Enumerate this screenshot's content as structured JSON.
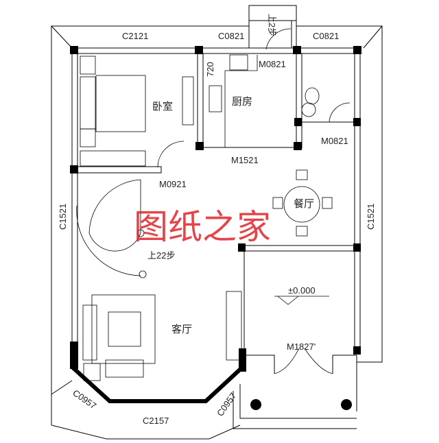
{
  "plan": {
    "rooms": {
      "bedroom": "卧室",
      "kitchen": "厨房",
      "dining": "餐厅",
      "living": "客厅"
    },
    "windows": {
      "top_left": "C2121",
      "top_mid": "C0821",
      "top_right": "C0821",
      "left": "C1521",
      "right": "C1521",
      "bay_left": "C0957",
      "bay_bottom": "C2157",
      "bay_right": "C0957"
    },
    "doors": {
      "kitchen_back": "M0821",
      "bathroom": "M0821",
      "kitchen": "M1521",
      "bedroom": "M0921",
      "entrance": "M1827'"
    },
    "dimension_720": "720",
    "stairs_main": "上22步",
    "stairs_back": "上2步",
    "elevation": "±0.000"
  },
  "watermark": "图纸之家",
  "colors": {
    "lines": "#000000",
    "watermark": "#e0252b"
  }
}
